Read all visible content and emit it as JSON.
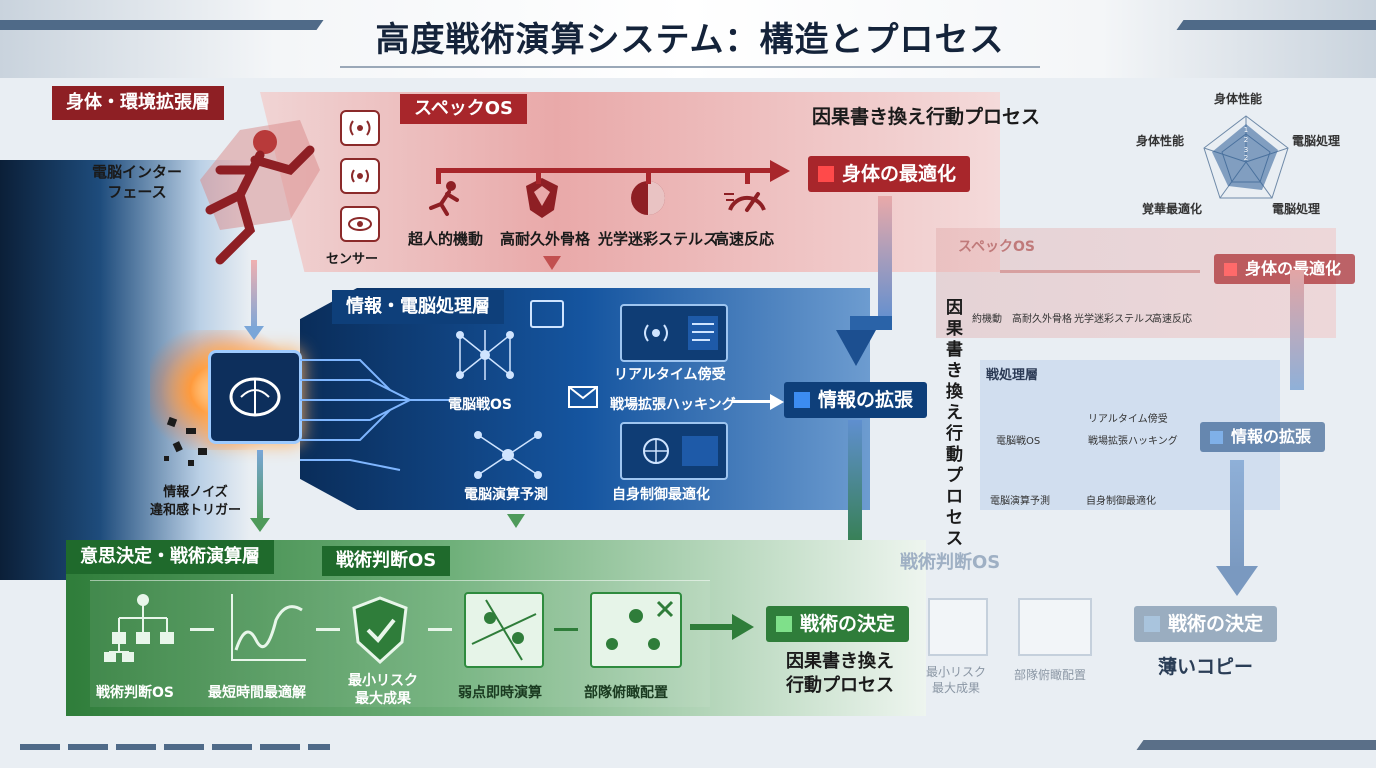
{
  "title": "高度戦術演算システム：構造とプロセス",
  "layer_body": {
    "tag": "身体・環境拡張層",
    "interface_label": "電脳インター\nフェース",
    "sensor_label": "センサー",
    "os_tag": "スペックOS",
    "process_title": "因果書き換え行動プロセス",
    "items": [
      "超人的機動",
      "高耐久外骨格",
      "光学迷彩ステルス",
      "高速反応"
    ],
    "output": "身体の最適化"
  },
  "layer_info": {
    "tag": "情報・電脳処理層",
    "items": [
      "電脳戦OS",
      "リアルタイム傍受",
      "戦場拡張ハッキング",
      "電脳演算予測",
      "自身制御最適化"
    ],
    "output": "情報の拡張",
    "noise_label": "情報ノイズ\n違和感トリガー"
  },
  "layer_decision": {
    "tag": "意思決定・戦術演算層",
    "os_tag": "戦術判断OS",
    "items": [
      "戦術判断OS",
      "最短時間最適解",
      "最小リスク\n最大成果",
      "弱点即時演算",
      "部隊俯瞰配置"
    ],
    "output": "戦術の決定",
    "process_caption": "因果書き換え\n行動プロセス"
  },
  "radar": {
    "labels": [
      "身体性能",
      "電脳処理",
      "電脳処理",
      "覚華最適化",
      "身体性能"
    ],
    "ticks": [
      "1",
      "2",
      "3",
      "2"
    ]
  },
  "ghost": {
    "os_tag": "スペックOS",
    "vertical_title": "因果書き換え行動プロセス",
    "items": [
      "約機動",
      "高耐久外骨格",
      "光学迷彩ステルス",
      "高速反応"
    ],
    "output_body": "身体の最適化",
    "info_tag": "戦処理層",
    "info_items": [
      "電脳戦OS",
      "リアルタイム傍受",
      "戦場拡張ハッキング",
      "電脳演算予測",
      "自身制御最適化"
    ],
    "output_info": "情報の拡張",
    "decision_tag": "戦術判断OS",
    "decision_items": [
      "最小リスク\n最大成果",
      "部隊俯瞰配置"
    ],
    "output_decision": "戦術の決定",
    "faint_label": "薄いコピー"
  },
  "colors": {
    "red": "#a8262b",
    "blue": "#0e3f7a",
    "green": "#2f7d3a",
    "navy": "#14233a"
  }
}
